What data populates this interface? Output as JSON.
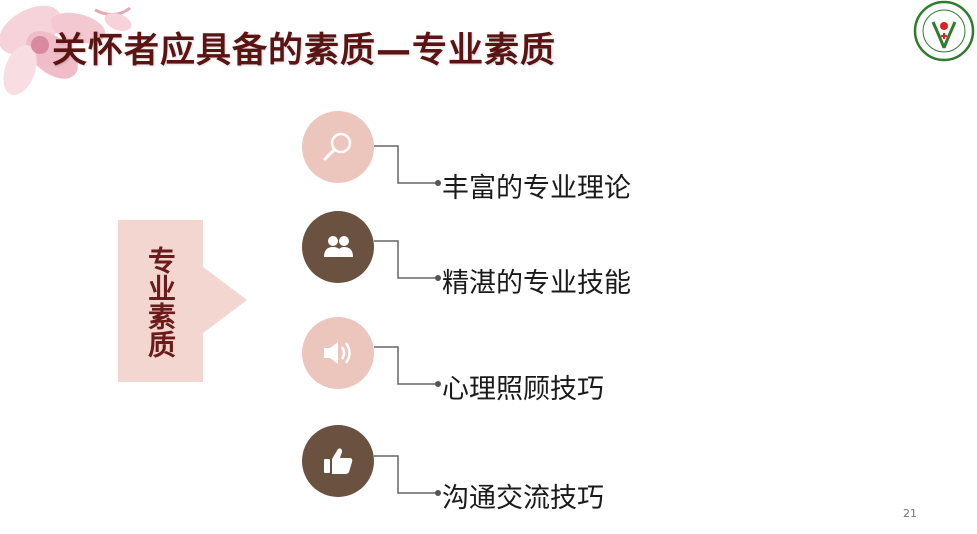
{
  "title": "关怀者应具备的素质—专业素质",
  "left_label": "专业素质",
  "items": [
    {
      "label": "丰富的专业理论",
      "icon": "magnifier-icon",
      "style": "light"
    },
    {
      "label": "精湛的专业技能",
      "icon": "people-icon",
      "style": "dark"
    },
    {
      "label": "心理照顾技巧",
      "icon": "speaker-icon",
      "style": "light"
    },
    {
      "label": "沟通交流技巧",
      "icon": "thumbs-up-icon",
      "style": "dark"
    }
  ],
  "page_number": "21",
  "colors": {
    "title": "#5a1414",
    "label_bg": "#f3d6cf",
    "circle_light": "#ecc6bc",
    "circle_dark": "#6b5140",
    "logo_green": "#2e7d2e"
  }
}
